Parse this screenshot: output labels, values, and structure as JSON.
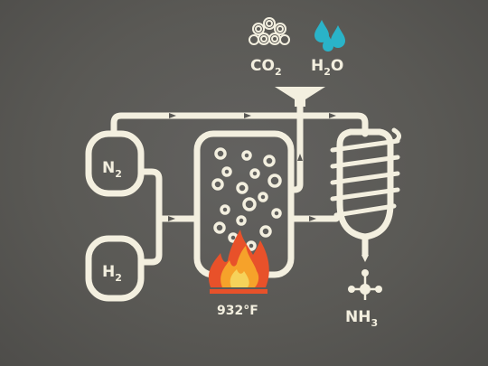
{
  "labels": {
    "n2": {
      "main": "N",
      "sub": "2"
    },
    "h2": {
      "main": "H",
      "sub": "2"
    },
    "co2": {
      "main": "CO",
      "sub": "2"
    },
    "h2o": {
      "main": "H",
      "sub": "2",
      "tail": "O"
    },
    "nh3": {
      "main": "NH",
      "sub": "3"
    },
    "temperature": "932°F"
  },
  "colors": {
    "pipe": "#f3efdf",
    "background": "#5a5955",
    "water": "#2ab3c8",
    "flame_outer": "#e8512a",
    "flame_mid": "#f6a22a",
    "flame_inner": "#f6d25a"
  },
  "icons": {
    "co2": "co2-cloud-icon",
    "water": "water-drops-icon",
    "flame": "flame-icon",
    "molecule": "ammonia-molecule-icon",
    "funnel": "funnel-icon"
  }
}
